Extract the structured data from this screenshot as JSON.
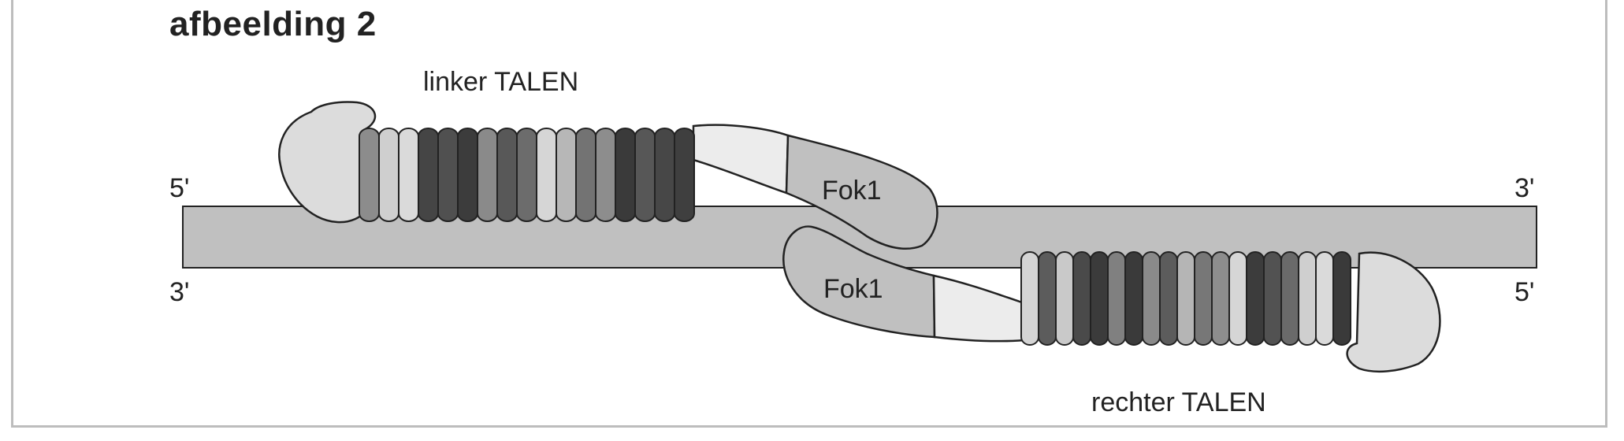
{
  "figure": {
    "title": "afbeelding 2"
  },
  "strand": {
    "top_left": "5'",
    "top_right": "3'",
    "bottom_left": "3'",
    "bottom_right": "5'"
  },
  "left_talen": {
    "label": "linker TALEN",
    "fok": "Fok1",
    "repeat_shades": [
      "#8c8c8c",
      "#cfcfcf",
      "#dadada",
      "#454545",
      "#505050",
      "#3c3c3c",
      "#8a8a8a",
      "#585858",
      "#6c6c6c",
      "#d6d6d6",
      "#b7b7b7",
      "#737373",
      "#8d8d8d",
      "#3a3a3a",
      "#575757",
      "#474747",
      "#3f3f3f"
    ]
  },
  "right_talen": {
    "label": "rechter TALEN",
    "fok": "Fok1",
    "repeat_shades": [
      "#d4d4d4",
      "#5c5c5c",
      "#c9c9c9",
      "#4a4a4a",
      "#3b3b3b",
      "#808080",
      "#3a3a3a",
      "#8a8a8a",
      "#5c5c5c",
      "#b5b5b5",
      "#777777",
      "#8d8d8d",
      "#d6d6d6",
      "#3c3c3c",
      "#525252",
      "#6a6a6a",
      "#cfcfcf",
      "#dadada",
      "#3a3a3a"
    ]
  },
  "colors": {
    "dna": "#c0c0c0",
    "head": "#dcdcdc",
    "linker": "#ececec",
    "fok": "#c0c0c0",
    "outline": "#222222"
  }
}
